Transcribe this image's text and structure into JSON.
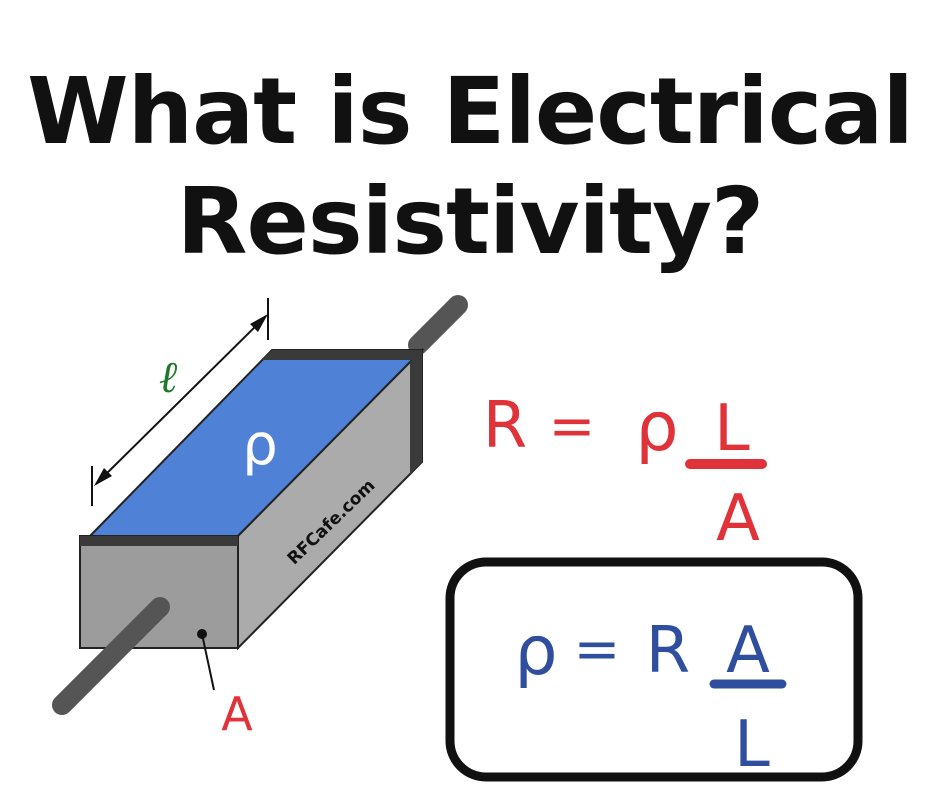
{
  "title": {
    "line1": "What is Electrical",
    "line2": "Resistivity?"
  },
  "diagram": {
    "length_label": "ℓ",
    "rho_label": "ρ",
    "watermark": "RFCafe.com",
    "area_label": "A"
  },
  "formula_r": {
    "lhs": "R",
    "equals": "=",
    "rho": "ρ",
    "numerator": "L",
    "denominator": "A"
  },
  "formula_rho": {
    "lhs": "ρ",
    "equals": "=",
    "r": "R",
    "numerator": "A",
    "denominator": "L"
  },
  "colors": {
    "title": "#111111",
    "top_face": "#4f82d6",
    "front_face": "#9c9c9c",
    "side_face": "#ababab",
    "end_band": "#3a3a3a",
    "rod": "#555555",
    "length_label": "#1e7a2a",
    "formula_red": "#e03239",
    "formula_blue": "#2f4f9e",
    "box_border": "#111111"
  }
}
